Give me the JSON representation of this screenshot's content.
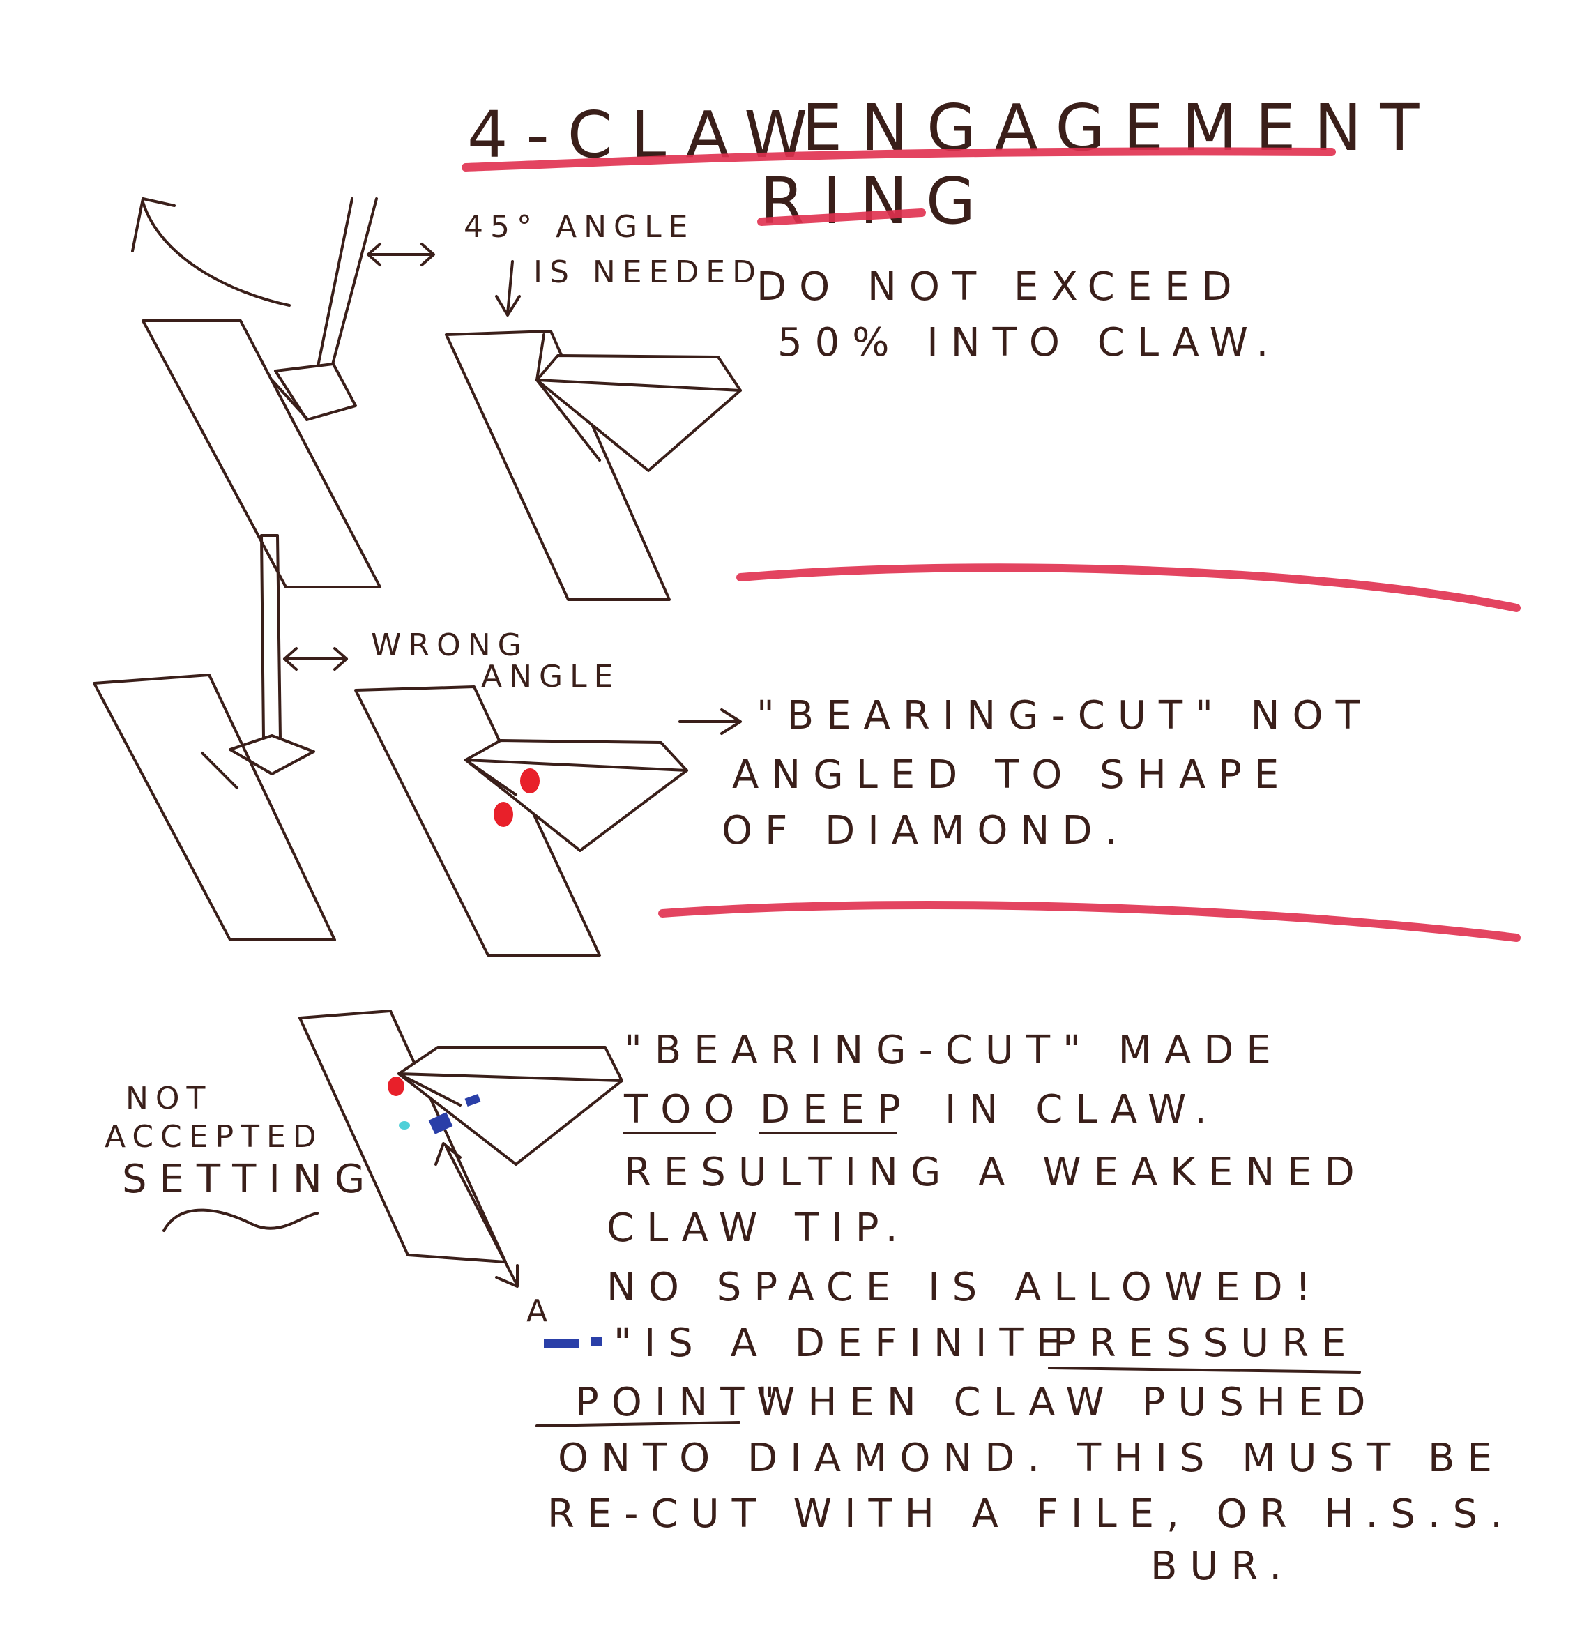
{
  "title": {
    "line1_a": "4-CLAW",
    "line1_b": "ENGAGEMENT",
    "line2": "RING"
  },
  "section1": {
    "angle_label_1": "45° ANGLE",
    "angle_label_2": "IS NEEDED",
    "note_line1": "DO NOT EXCEED",
    "note_line2": "50% INTO CLAW."
  },
  "section2": {
    "wrong_label_1": "WRONG",
    "wrong_label_2": "ANGLE",
    "note_line1": "\"BEARING-CUT\" NOT",
    "note_line2": "ANGLED TO SHAPE",
    "note_line3": "OF DIAMOND."
  },
  "section3": {
    "side_label_1": "NOT",
    "side_label_2": "ACCEPTED",
    "side_label_3": "SETTING",
    "small_marker": "A",
    "note_line1": "\"BEARING-CUT\" MADE",
    "note_line2_a": "TOO",
    "note_line2_b": "DEEP",
    "note_line2_c": "IN CLAW.",
    "note_line3": "RESULTING A WEAKENED",
    "note_line4": "CLAW TIP.",
    "note_line5": "NO SPACE IS ALLOWED!",
    "note_line6_a": "\"IS A DEFINITE",
    "note_line6_b": "PRESSURE",
    "note_line7_a": "POINT\"",
    "note_line7_b": "WHEN CLAW PUSHED",
    "note_line8": "ONTO DIAMOND. THIS MUST BE",
    "note_line9": "RE-CUT WITH A FILE, OR H.S.S.",
    "note_line10": "BUR."
  },
  "colors": {
    "ink": "#3a1f1a",
    "marker_red": "#e0304f",
    "dot_red": "#e8202a",
    "dot_blue": "#2a3fa8",
    "dot_cyan": "#4fd0d8"
  }
}
